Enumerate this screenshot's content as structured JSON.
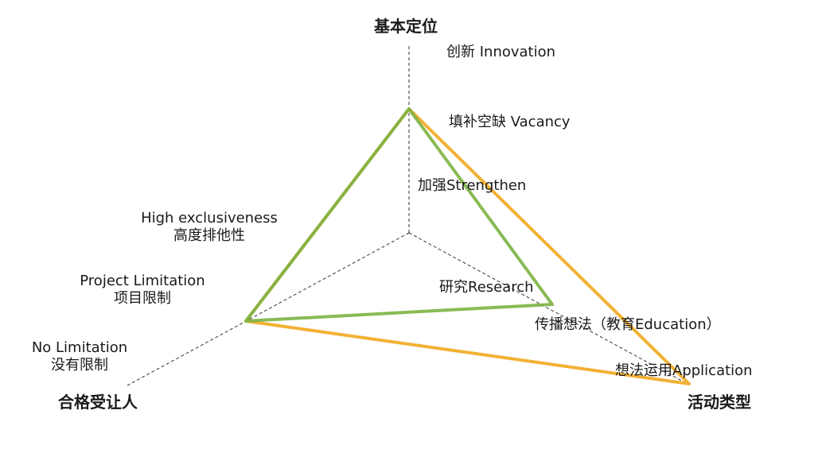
{
  "axes": {
    "positioning": "基本定位",
    "recipient": "合格受让人",
    "activity": "活动类型"
  },
  "positioning_levels": {
    "innovation": "创新 Innovation",
    "vacancy": "填补空缺 Vacancy",
    "strengthen": "加强Strengthen"
  },
  "recipient_levels": {
    "high_en": "High exclusiveness",
    "high_zh": "高度排他性",
    "project_en": "Project Limitation",
    "project_zh": "项目限制",
    "none_en": "No Limitation",
    "none_zh": "没有限制"
  },
  "activity_levels": {
    "research": "研究Research",
    "education": "传播想法（教育Education）",
    "application": "想法运用Application"
  },
  "colors": {
    "green_triangle": "#7cb342",
    "orange_triangle": "#f2b134",
    "axis_line": "#333333"
  }
}
